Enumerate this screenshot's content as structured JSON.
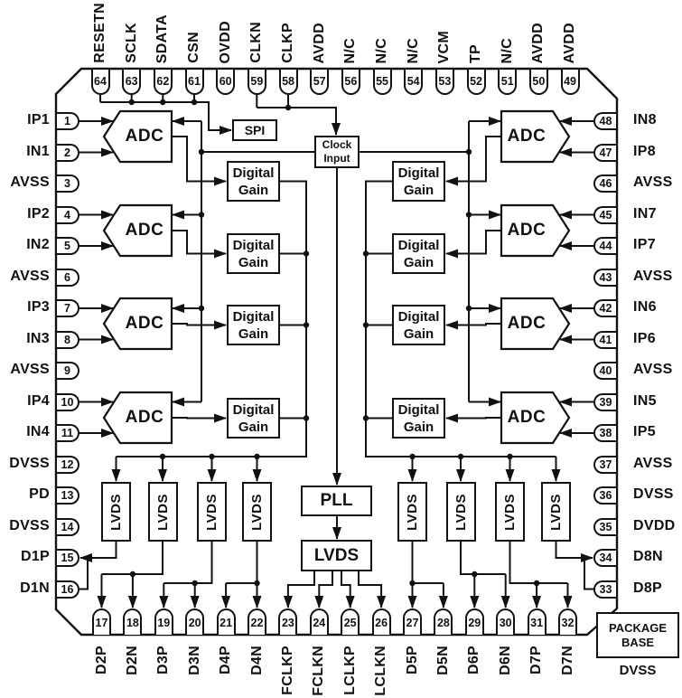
{
  "diagram": {
    "blocks": {
      "adc": "ADC",
      "digital_gain": {
        "line1": "Digital",
        "line2": "Gain"
      },
      "spi": "SPI",
      "clock_input": {
        "line1": "Clock",
        "line2": "Input"
      },
      "pll": "PLL",
      "lvds": "LVDS",
      "package_base": {
        "line1": "PACKAGE",
        "line2": "BASE",
        "sub": "DVSS"
      }
    },
    "pins": {
      "top": [
        {
          "num": "64",
          "label": "RESETN"
        },
        {
          "num": "63",
          "label": "SCLK"
        },
        {
          "num": "62",
          "label": "SDATA"
        },
        {
          "num": "61",
          "label": "CSN"
        },
        {
          "num": "60",
          "label": "OVDD"
        },
        {
          "num": "59",
          "label": "CLKN"
        },
        {
          "num": "58",
          "label": "CLKP"
        },
        {
          "num": "57",
          "label": "AVDD"
        },
        {
          "num": "56",
          "label": "N/C"
        },
        {
          "num": "55",
          "label": "N/C"
        },
        {
          "num": "54",
          "label": "N/C"
        },
        {
          "num": "53",
          "label": "VCM"
        },
        {
          "num": "52",
          "label": "TP"
        },
        {
          "num": "51",
          "label": "N/C"
        },
        {
          "num": "50",
          "label": "AVDD"
        },
        {
          "num": "49",
          "label": "AVDD"
        }
      ],
      "left": [
        {
          "num": "1",
          "label": "IP1"
        },
        {
          "num": "2",
          "label": "IN1"
        },
        {
          "num": "3",
          "label": "AVSS"
        },
        {
          "num": "4",
          "label": "IP2"
        },
        {
          "num": "5",
          "label": "IN2"
        },
        {
          "num": "6",
          "label": "AVSS"
        },
        {
          "num": "7",
          "label": "IP3"
        },
        {
          "num": "8",
          "label": "IN3"
        },
        {
          "num": "9",
          "label": "AVSS"
        },
        {
          "num": "10",
          "label": "IP4"
        },
        {
          "num": "11",
          "label": "IN4"
        },
        {
          "num": "12",
          "label": "DVSS"
        },
        {
          "num": "13",
          "label": "PD"
        },
        {
          "num": "14",
          "label": "DVSS"
        },
        {
          "num": "15",
          "label": "D1P"
        },
        {
          "num": "16",
          "label": "D1N"
        }
      ],
      "right": [
        {
          "num": "48",
          "label": "IN8"
        },
        {
          "num": "47",
          "label": "IP8"
        },
        {
          "num": "46",
          "label": "AVSS"
        },
        {
          "num": "45",
          "label": "IN7"
        },
        {
          "num": "44",
          "label": "IP7"
        },
        {
          "num": "43",
          "label": "AVSS"
        },
        {
          "num": "42",
          "label": "IN6"
        },
        {
          "num": "41",
          "label": "IP6"
        },
        {
          "num": "40",
          "label": "AVSS"
        },
        {
          "num": "39",
          "label": "IN5"
        },
        {
          "num": "38",
          "label": "IP5"
        },
        {
          "num": "37",
          "label": "AVSS"
        },
        {
          "num": "36",
          "label": "DVSS"
        },
        {
          "num": "35",
          "label": "DVDD"
        },
        {
          "num": "34",
          "label": "D8N"
        },
        {
          "num": "33",
          "label": "D8P"
        }
      ],
      "bottom": [
        {
          "num": "17",
          "label": "D2P"
        },
        {
          "num": "18",
          "label": "D2N"
        },
        {
          "num": "19",
          "label": "D3P"
        },
        {
          "num": "20",
          "label": "D3N"
        },
        {
          "num": "21",
          "label": "D4P"
        },
        {
          "num": "22",
          "label": "D4N"
        },
        {
          "num": "23",
          "label": "FCLKP"
        },
        {
          "num": "24",
          "label": "FCLKN"
        },
        {
          "num": "25",
          "label": "LCLKP"
        },
        {
          "num": "26",
          "label": "LCLKN"
        },
        {
          "num": "27",
          "label": "D5P"
        },
        {
          "num": "28",
          "label": "D5N"
        },
        {
          "num": "29",
          "label": "D6P"
        },
        {
          "num": "30",
          "label": "D6N"
        },
        {
          "num": "31",
          "label": "D7P"
        },
        {
          "num": "32",
          "label": "D7N"
        }
      ]
    },
    "colors": {
      "line": "#111111",
      "background": "#ffffff"
    }
  }
}
